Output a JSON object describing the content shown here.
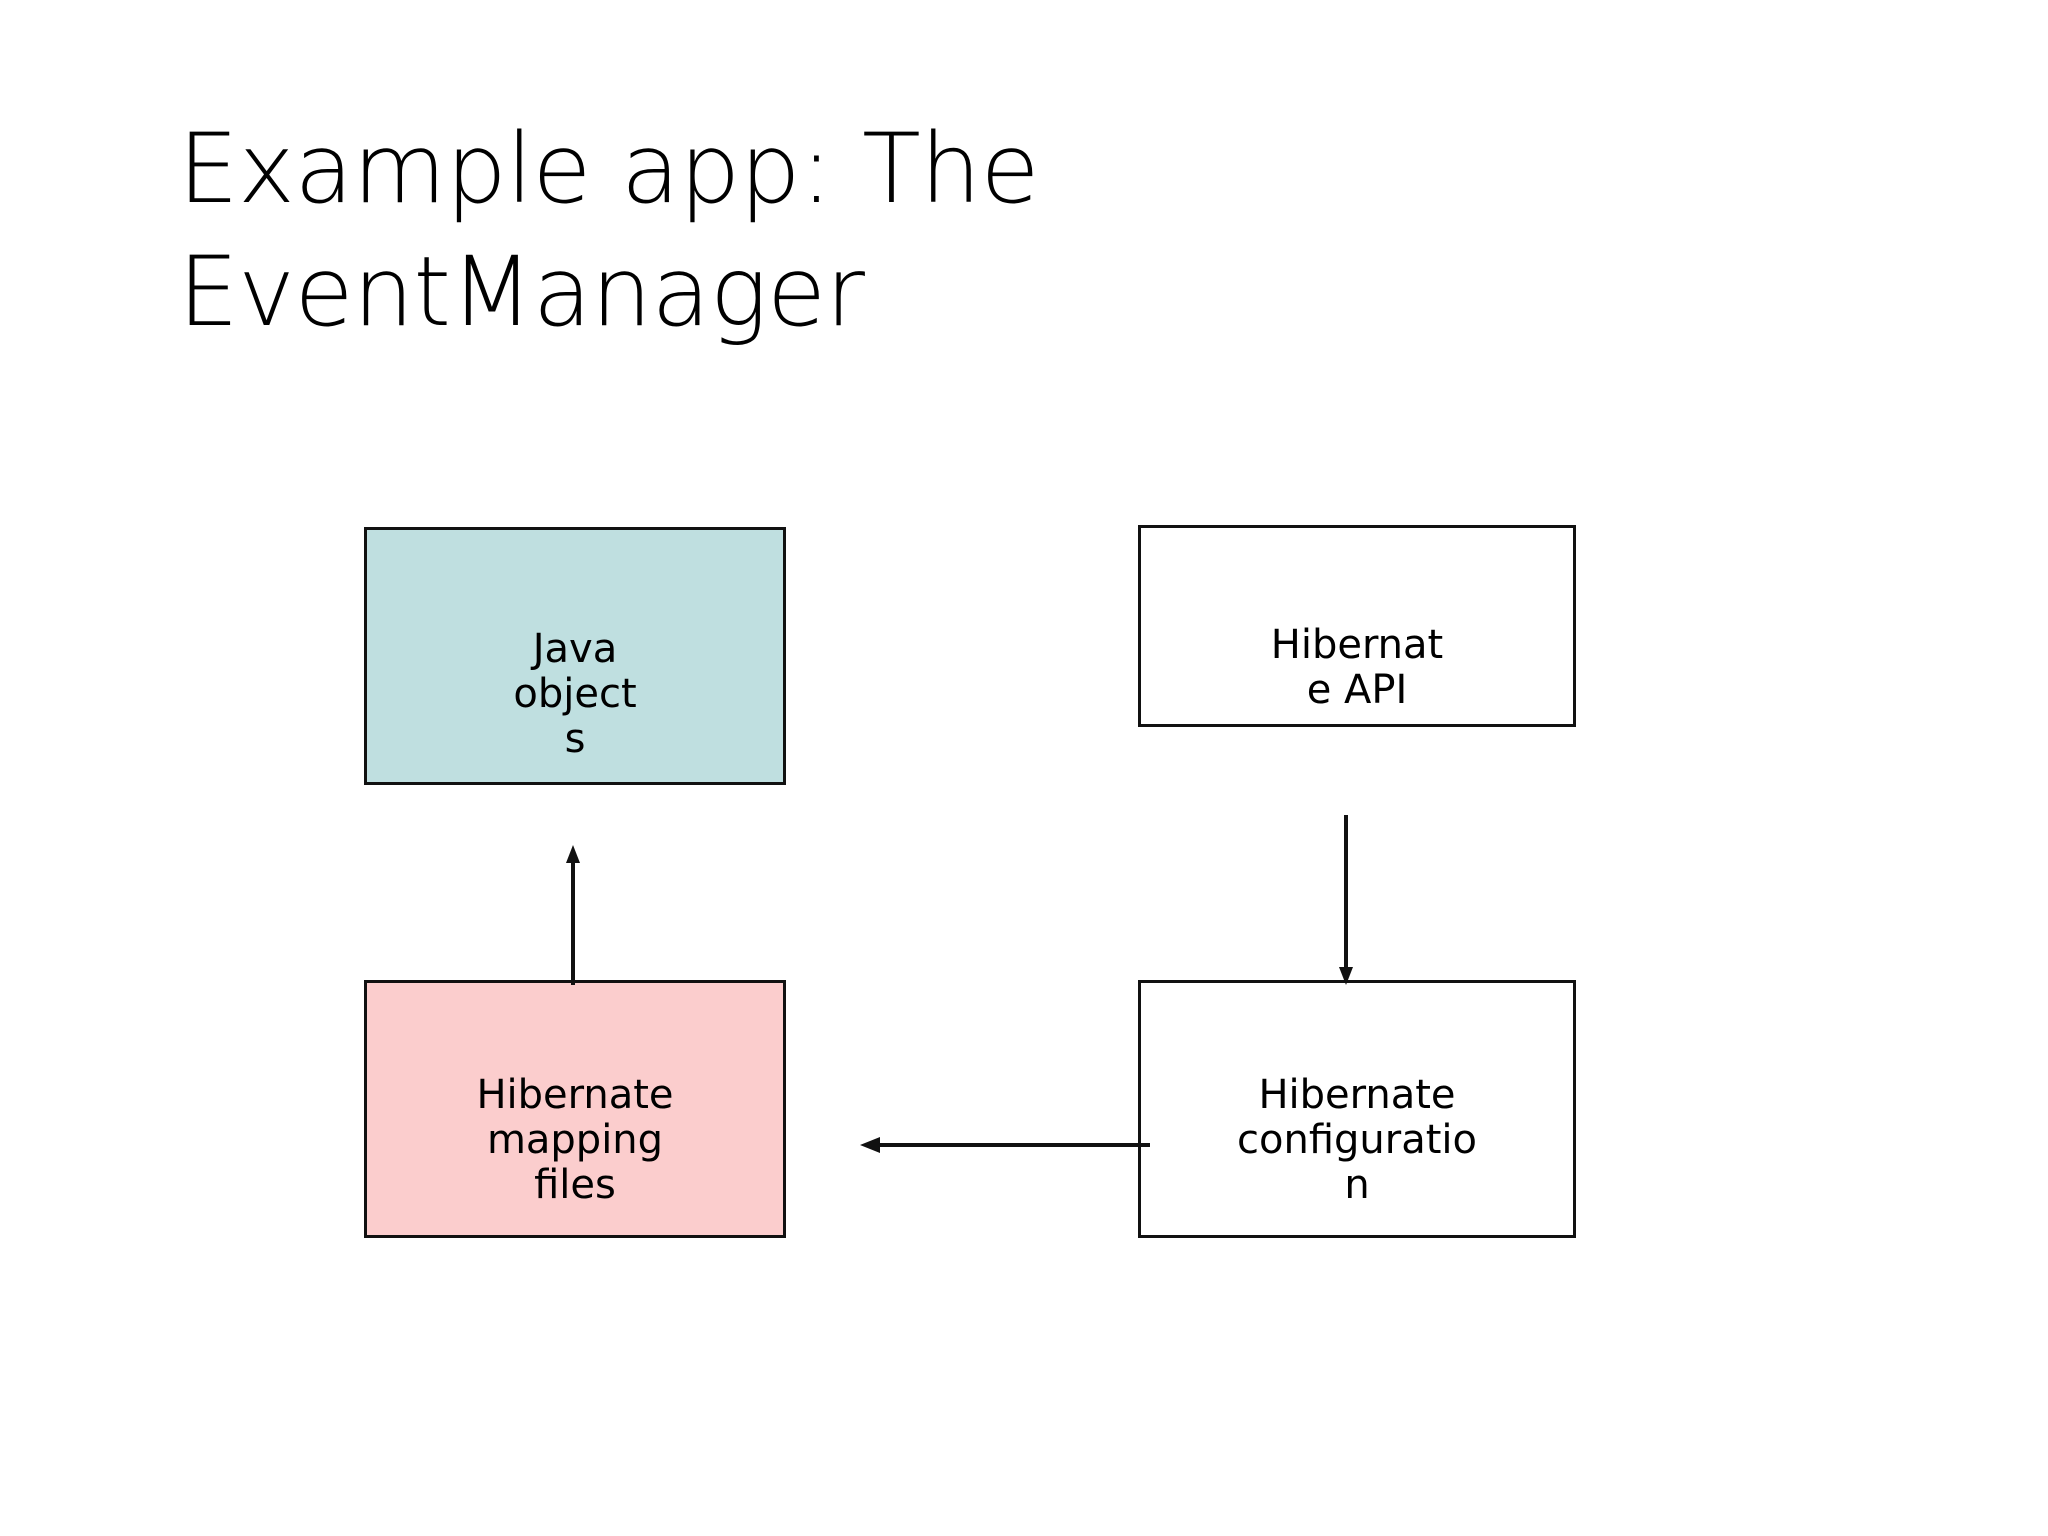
{
  "slide": {
    "title": "Example app: The\nEventManager",
    "background_color": "#ffffff",
    "text_color": "#000000"
  },
  "diagram": {
    "type": "block-diagram",
    "nodes": [
      {
        "id": "java-objects",
        "label": "Java\nobject\ns",
        "full_text": "Java objects",
        "fill": "#bfdfe0",
        "border": "#111111"
      },
      {
        "id": "hibernate-api",
        "label": "Hibernat\ne  API",
        "full_text": "Hibernate API",
        "fill": "#ffffff",
        "border": "#111111"
      },
      {
        "id": "hibernate-mapping-files",
        "label": "Hibernate\nmapping\nfiles",
        "full_text": "Hibernate mapping files",
        "fill": "#fbcdcd",
        "border": "#111111"
      },
      {
        "id": "hibernate-configuration",
        "label": "Hibernate\nconfiguratio\nn",
        "full_text": "Hibernate configuration",
        "fill": "#ffffff",
        "border": "#111111"
      }
    ],
    "connectors": [
      {
        "id": "mapping-to-objects",
        "from": "hibernate-mapping-files",
        "to": "java-objects",
        "direction": "up",
        "color": "#111111"
      },
      {
        "id": "api-to-configuration",
        "from": "hibernate-api",
        "to": "hibernate-configuration",
        "direction": "down",
        "color": "#111111"
      },
      {
        "id": "configuration-to-mapping",
        "from": "hibernate-configuration",
        "to": "hibernate-mapping-files",
        "direction": "left",
        "color": "#111111"
      }
    ]
  }
}
